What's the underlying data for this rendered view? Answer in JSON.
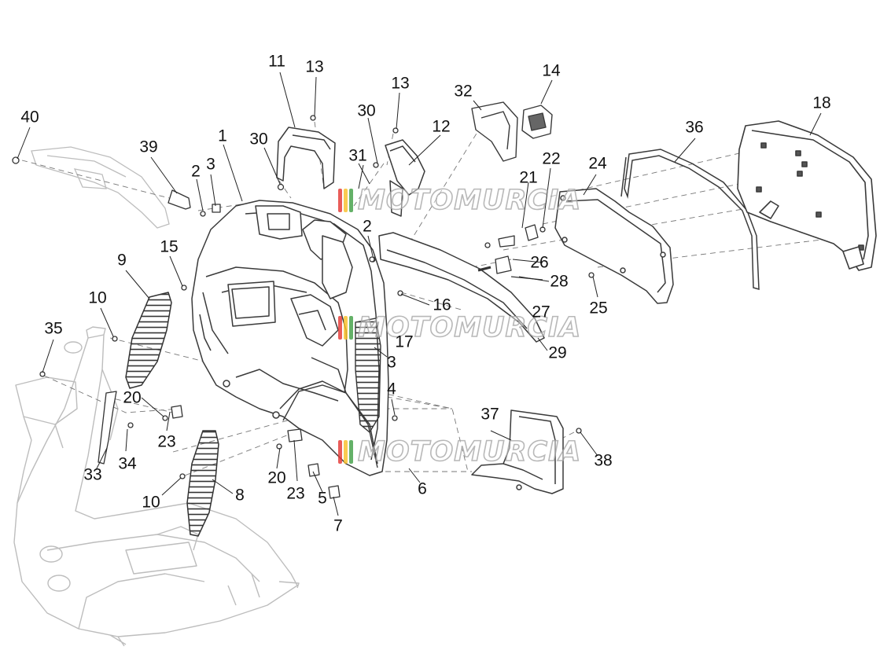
{
  "watermark": {
    "text": "MOTOMURCIA",
    "colors": [
      "#e53935",
      "#f9c02b",
      "#43a047",
      "#8a8a8a"
    ]
  },
  "line_colors": {
    "part": "#3a3a3a",
    "frame": "#bdbdbd",
    "leader": "#222222",
    "dashed": "#777777"
  },
  "callouts": [
    {
      "id": "c40a",
      "text": "40"
    },
    {
      "id": "c39",
      "text": "39"
    },
    {
      "id": "c11",
      "text": "11"
    },
    {
      "id": "c13a",
      "text": "13"
    },
    {
      "id": "c30a",
      "text": "30"
    },
    {
      "id": "c1",
      "text": "1"
    },
    {
      "id": "c2a",
      "text": "2"
    },
    {
      "id": "c3a",
      "text": "3"
    },
    {
      "id": "c30b",
      "text": "30"
    },
    {
      "id": "c31",
      "text": "31"
    },
    {
      "id": "c13b",
      "text": "13"
    },
    {
      "id": "c12",
      "text": "12"
    },
    {
      "id": "c32",
      "text": "32"
    },
    {
      "id": "c14",
      "text": "14"
    },
    {
      "id": "c21",
      "text": "21"
    },
    {
      "id": "c22",
      "text": "22"
    },
    {
      "id": "c24",
      "text": "24"
    },
    {
      "id": "c36",
      "text": "36"
    },
    {
      "id": "c18",
      "text": "18"
    },
    {
      "id": "c2b",
      "text": "2"
    },
    {
      "id": "c15",
      "text": "15"
    },
    {
      "id": "c9",
      "text": "9"
    },
    {
      "id": "c10a",
      "text": "10"
    },
    {
      "id": "c35",
      "text": "35"
    },
    {
      "id": "c16",
      "text": "16"
    },
    {
      "id": "c27",
      "text": "27"
    },
    {
      "id": "c26",
      "text": "26"
    },
    {
      "id": "c28",
      "text": "28"
    },
    {
      "id": "c25",
      "text": "25"
    },
    {
      "id": "c29",
      "text": "29"
    },
    {
      "id": "c17",
      "text": "17"
    },
    {
      "id": "c3b",
      "text": "3"
    },
    {
      "id": "c4",
      "text": "4"
    },
    {
      "id": "c20a",
      "text": "20"
    },
    {
      "id": "c23a",
      "text": "23"
    },
    {
      "id": "c33",
      "text": "33"
    },
    {
      "id": "c34",
      "text": "34"
    },
    {
      "id": "c37",
      "text": "37"
    },
    {
      "id": "c38",
      "text": "38"
    },
    {
      "id": "c10b",
      "text": "10"
    },
    {
      "id": "c8",
      "text": "8"
    },
    {
      "id": "c20b",
      "text": "20"
    },
    {
      "id": "c23b",
      "text": "23"
    },
    {
      "id": "c5",
      "text": "5"
    },
    {
      "id": "c6",
      "text": "6"
    },
    {
      "id": "c7",
      "text": "7"
    }
  ]
}
